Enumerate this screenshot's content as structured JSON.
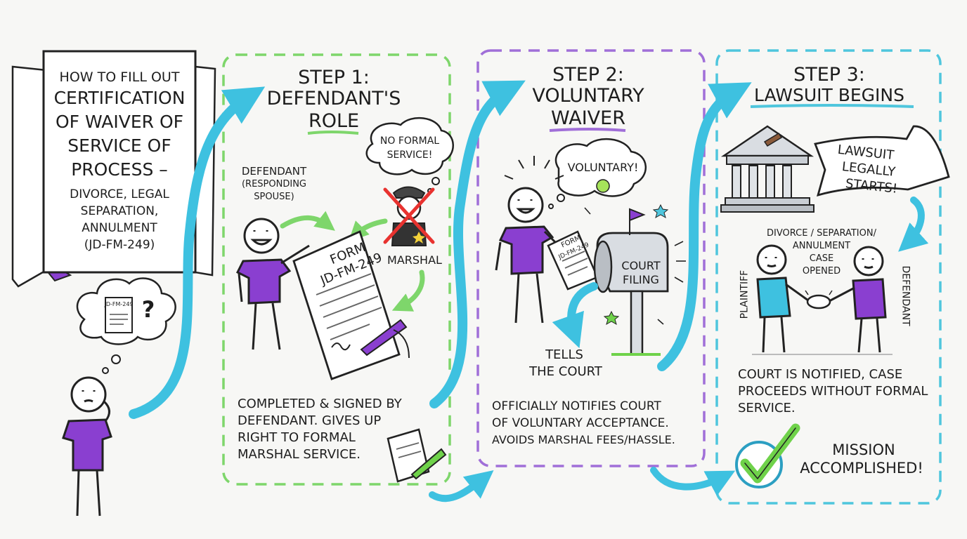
{
  "title_banner": {
    "line1": "HOW TO FILL OUT",
    "line2": "CERTIFICATION",
    "line3": "OF WAIVER OF",
    "line4": "SERVICE OF",
    "line5": "PROCESS –",
    "line6": "DIVORCE, LEGAL",
    "line7": "SEPARATION,",
    "line8": "ANNULMENT",
    "line9": "(JD-FM-249)"
  },
  "thought_form_label": "JD-FM-249",
  "thought_question": "?",
  "step1": {
    "heading1": "STEP 1:",
    "heading2": "DEFENDANT'S",
    "heading3": "ROLE",
    "defendant_line1": "DEFENDANT",
    "defendant_line2": "(RESPONDING",
    "defendant_line3": "SPOUSE)",
    "bubble_line1": "NO FORMAL",
    "bubble_line2": "SERVICE!",
    "marshal_label": "MARSHAL",
    "form_line1": "FORM",
    "form_line2": "JD-FM-249",
    "desc_line1": "COMPLETED & SIGNED BY",
    "desc_line2": "DEFENDANT. GIVES UP",
    "desc_line3": "RIGHT TO FORMAL",
    "desc_line4": "MARSHAL SERVICE."
  },
  "step2": {
    "heading1": "STEP 2:",
    "heading2": "VOLUNTARY",
    "heading3": "WAIVER",
    "bubble_text": "VOLUNTARY!",
    "form_line1": "FORM",
    "form_line2": "JD-FM-249",
    "mailbox_line1": "COURT",
    "mailbox_line2": "FILING",
    "tells_line1": "TELLS",
    "tells_line2": "THE COURT",
    "desc_line1": "OFFICIALLY NOTIFIES COURT",
    "desc_line2": "OF VOLUNTARY ACCEPTANCE.",
    "desc_line3": "AVOIDS MARSHAL FEES/HASSLE."
  },
  "step3": {
    "heading": "STEP 3:",
    "heading2": "LAWSUIT BEGINS",
    "ribbon_line1": "LAWSUIT",
    "ribbon_line2": "LEGALLY",
    "ribbon_line3": "STARTS!",
    "case_line1": "DIVORCE / SEPARATION/",
    "case_line2": "ANNULMENT",
    "case_line3": "CASE",
    "case_line4": "OPENED",
    "plaintiff_label": "PLAINTIFF",
    "defendant_label": "DEFENDANT",
    "desc_line1": "COURT IS NOTIFIED, CASE",
    "desc_line2": "PROCEEDS WITHOUT FORMAL",
    "desc_line3": "SERVICE.",
    "mission_line1": "MISSION",
    "mission_line2": "ACCOMPLISHED!"
  },
  "colors": {
    "step1_border": "#7ed66b",
    "step2_border": "#a06fd8",
    "step3_border": "#4fc6dd",
    "arrow": "#3ec1e0",
    "shirt": "#8a3fd0",
    "cross": "#e8322f",
    "check": "#6fd24a"
  }
}
